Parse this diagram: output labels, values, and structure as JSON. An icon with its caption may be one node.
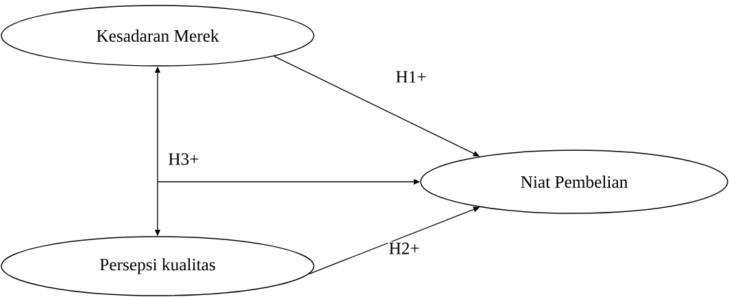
{
  "diagram": {
    "nodes": [
      {
        "text": [
          "Kesadaran Merek"
        ]
      },
      {
        "text": [
          "Persepsi kualitas"
        ]
      },
      {
        "text": [
          "Niat Pembelian"
        ]
      }
    ],
    "edges": [
      {
        "from": 0,
        "to": 2,
        "arrow": "to",
        "label": "H1+"
      },
      {
        "from": 1,
        "to": 2,
        "arrow": "to",
        "label": "H2+"
      },
      {
        "from": 0,
        "to": 1,
        "arrow": "both"
      },
      {
        "from": null,
        "to": 2,
        "arrow": "to",
        "label": "H3+"
      }
    ]
  }
}
